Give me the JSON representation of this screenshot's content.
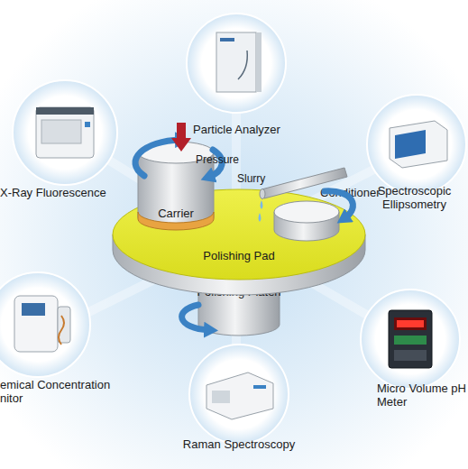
{
  "diagram": {
    "nodes": [
      {
        "text": [
          "Particle Analyzer"
        ]
      },
      {
        "text": [
          "X-Ray Fluorescence"
        ]
      },
      {
        "text": [
          "Spectroscopic Ellipsometry"
        ]
      },
      {
        "text": [
          "Carrier"
        ]
      },
      {
        "text": [
          "Conditioner"
        ]
      },
      {
        "text": [
          "Polishing Pad"
        ]
      },
      {
        "text": [
          "Polishing Platen"
        ]
      },
      {
        "text": [
          "emical Concentration nitor"
        ]
      },
      {
        "text": [
          "Micro Volume pH Meter"
        ]
      },
      {
        "text": [
          "Raman Spectroscopy"
        ]
      }
    ],
    "labels": [
      "Pressure",
      "Slurry"
    ]
  }
}
